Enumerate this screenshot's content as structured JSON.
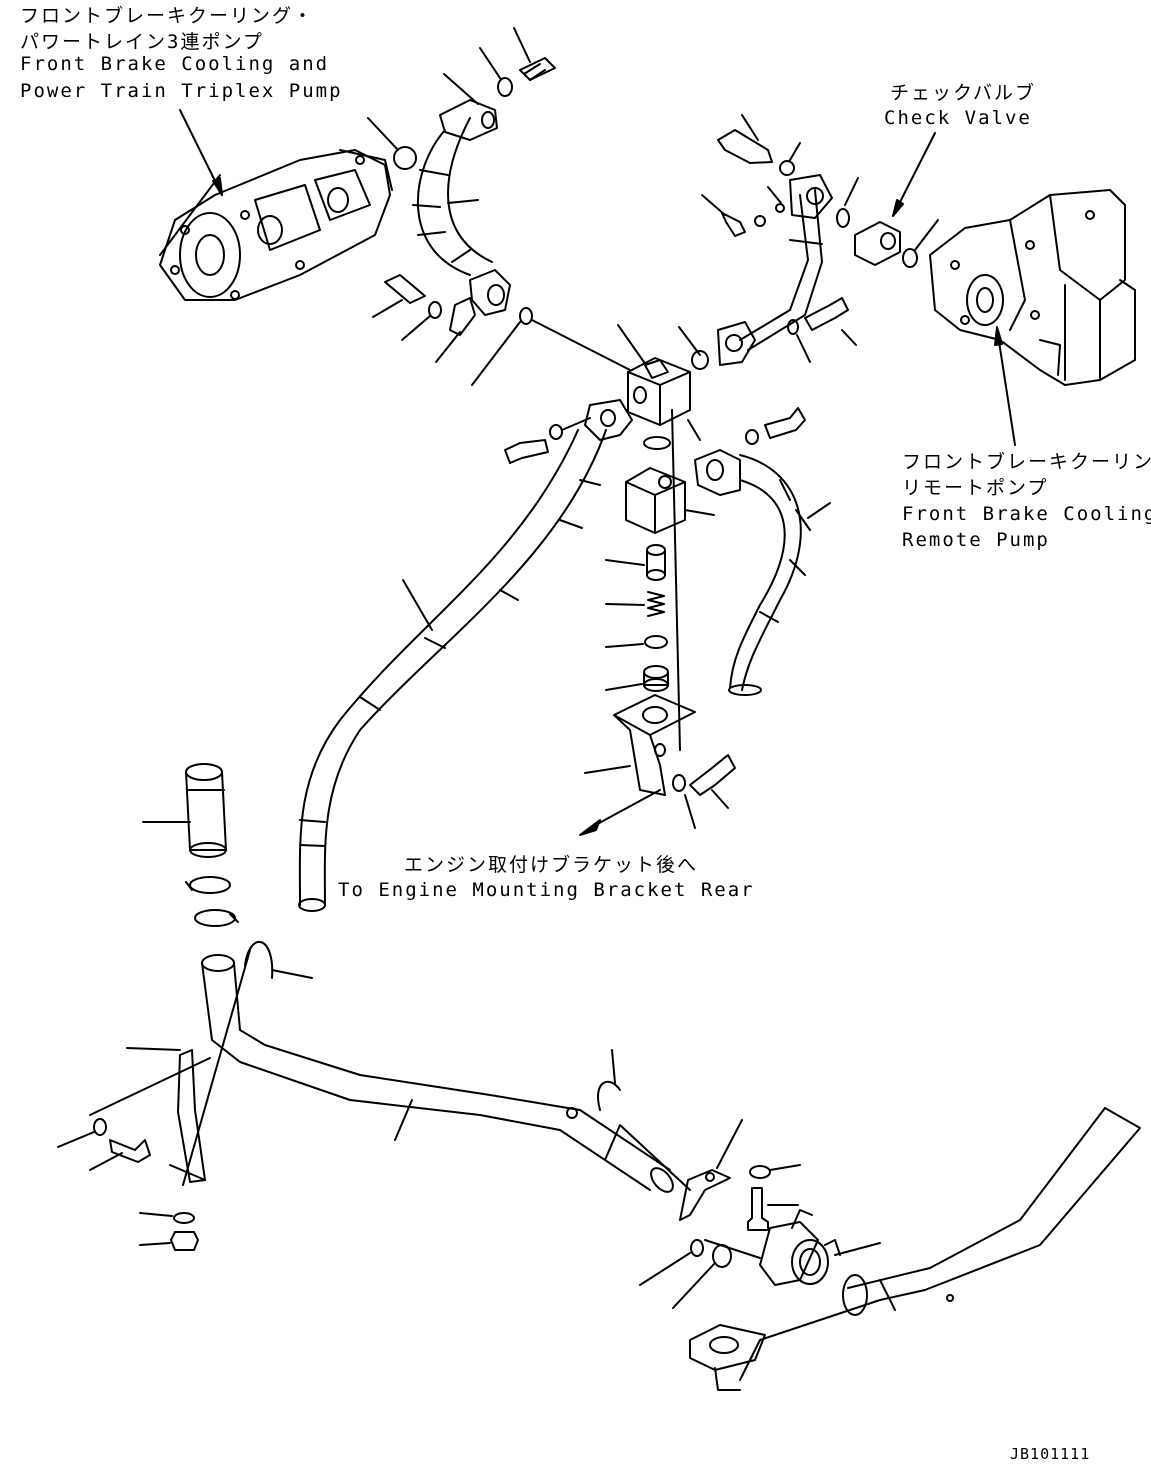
{
  "labels": {
    "triplex_pump": {
      "jp1": "フロントブレーキクーリング・",
      "jp2": "パワートレイン3連ポンプ",
      "en1": "Front Brake Cooling and",
      "en2": "Power Train Triplex Pump"
    },
    "check_valve": {
      "jp": "チェックバルブ",
      "en": "Check Valve"
    },
    "remote_pump": {
      "jp1": "フロントブレーキクーリング",
      "jp2": "リモートポンプ",
      "en1": "Front Brake Cooling",
      "en2": "Remote Pump"
    },
    "engine_bracket": {
      "jp": "エンジン取付けブラケット後へ",
      "en": "To Engine Mounting Bracket Rear"
    },
    "drawing_number": "JB101111"
  }
}
